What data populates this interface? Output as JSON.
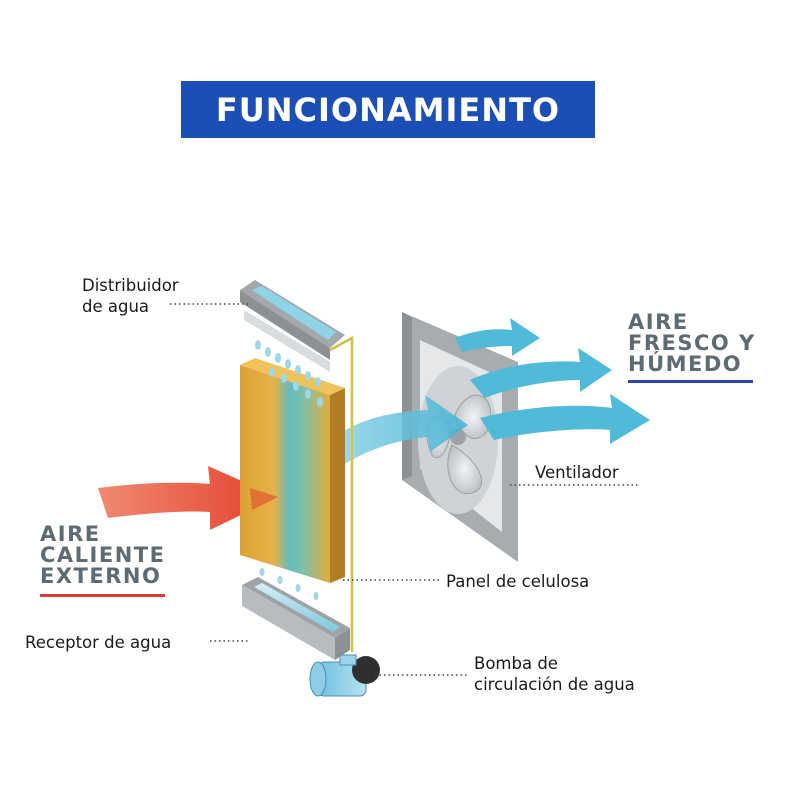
{
  "title": "FUNCIONAMIENTO",
  "labels": {
    "distribuidor_line1": "Distribuidor",
    "distribuidor_line2": "de agua",
    "receptor": "Receptor de agua",
    "panel": "Panel de celulosa",
    "ventilador": "Ventilador",
    "bomba_line1": "Bomba de",
    "bomba_line2": "circulación de agua"
  },
  "hot_air": {
    "line1": "AIRE",
    "line2": "CALIENTE",
    "line3": "EXTERNO"
  },
  "fresh_air": {
    "line1": "AIRE",
    "line2": "FRESCO Y",
    "line3": "HÚMEDO"
  },
  "colors": {
    "banner": "#1c4fb6",
    "hot": "#e8553f",
    "cool": "#4db8d6",
    "fresh_underline": "#2a4aa8",
    "hot_underline": "#e03a2e",
    "panel_gold": "#e0a534",
    "frame_gray": "#a3a8ad"
  }
}
